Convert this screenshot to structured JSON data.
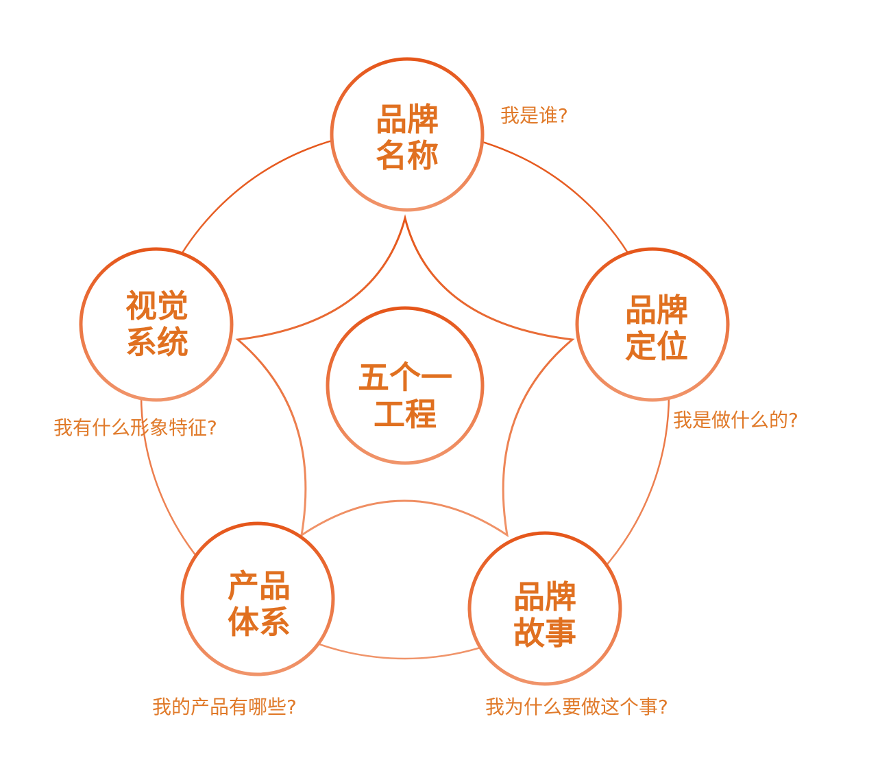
{
  "center": {
    "line1": "五个一",
    "line2": "工程"
  },
  "nodes": [
    {
      "line1": "品牌",
      "line2": "名称",
      "question": "我是谁?"
    },
    {
      "line1": "品牌",
      "line2": "定位",
      "question": "我是做什么的?"
    },
    {
      "line1": "品牌",
      "line2": "故事",
      "question": "我为什么要做这个事?"
    },
    {
      "line1": "产品",
      "line2": "体系",
      "question": "我的产品有哪些?"
    },
    {
      "line1": "视觉",
      "line2": "系统",
      "question": "我有什么形象特征?"
    }
  ],
  "colors": {
    "stroke_top": "#e5561a",
    "stroke_bottom": "#f0946a",
    "text": "#e07020"
  }
}
